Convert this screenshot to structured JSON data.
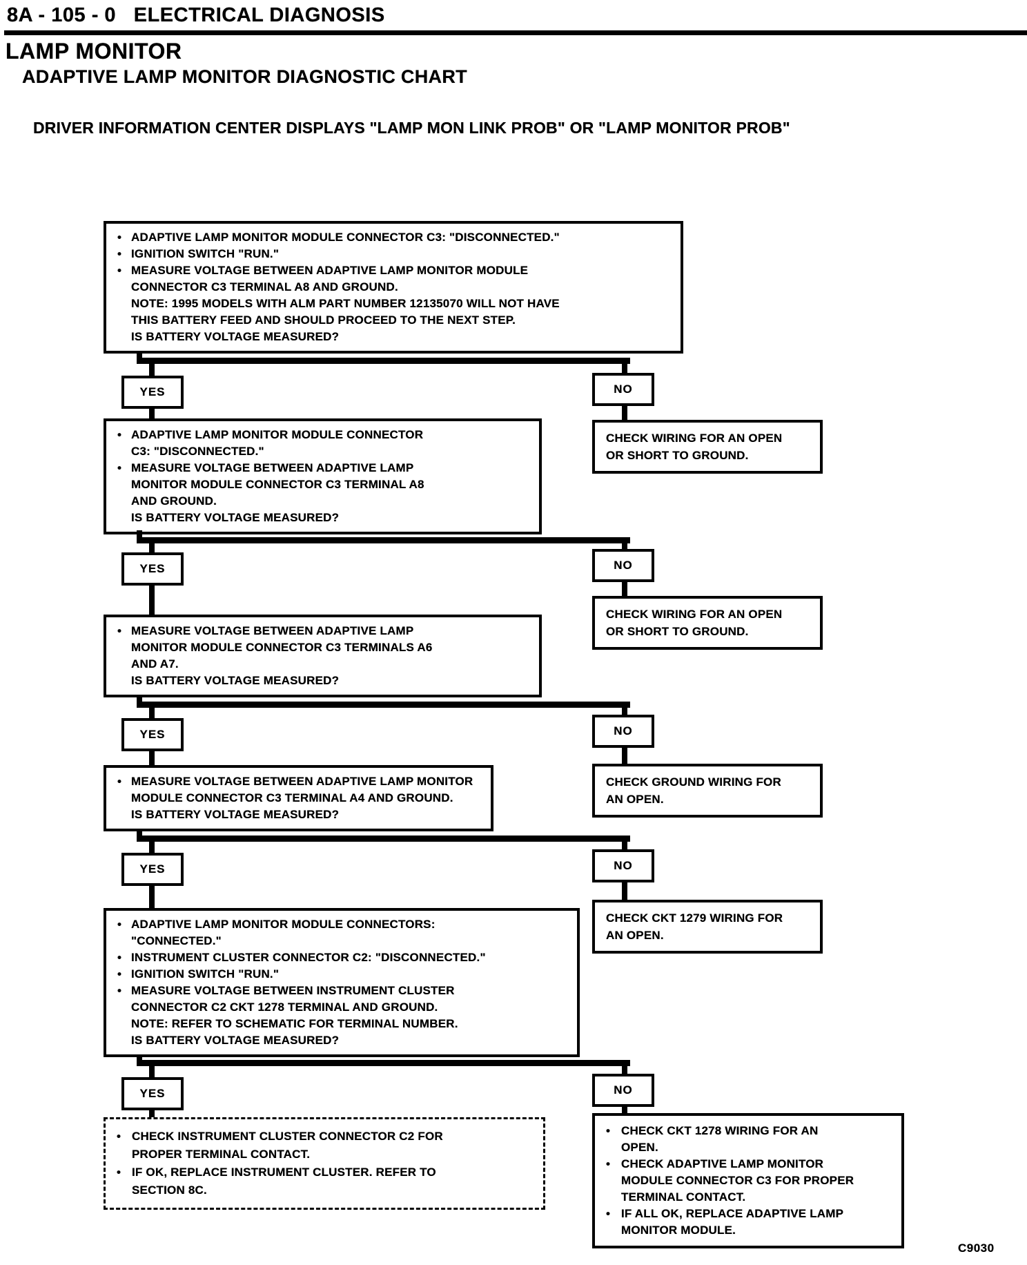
{
  "page": {
    "header": "8A - 105 - 0   ELECTRICAL DIAGNOSIS",
    "title": "LAMP MONITOR",
    "subtitle": "ADAPTIVE LAMP MONITOR DIAGNOSTIC CHART",
    "condition": "DRIVER INFORMATION CENTER DISPLAYS \"LAMP MON LINK PROB\" OR \"LAMP MONITOR PROB\"",
    "figure_code": "C9030"
  },
  "labels": {
    "yes": "YES",
    "no": "NO"
  },
  "boxes": {
    "step1": {
      "lines": [
        {
          "bullet": "•",
          "text": "ADAPTIVE LAMP MONITOR MODULE CONNECTOR C3: \"DISCONNECTED.\""
        },
        {
          "bullet": "•",
          "text": "IGNITION SWITCH \"RUN.\""
        },
        {
          "bullet": "•",
          "text": "MEASURE VOLTAGE BETWEEN ADAPTIVE LAMP MONITOR MODULE"
        },
        {
          "bullet": "",
          "text": "CONNECTOR C3 TERMINAL A8 AND GROUND."
        },
        {
          "bullet": "",
          "text": "NOTE: 1995 MODELS WITH ALM PART NUMBER 12135070 WILL NOT HAVE"
        },
        {
          "bullet": "",
          "text": "THIS BATTERY FEED AND SHOULD PROCEED TO THE NEXT STEP."
        },
        {
          "bullet": "",
          "text": "IS BATTERY VOLTAGE MEASURED?"
        }
      ]
    },
    "result1": {
      "lines": [
        {
          "bullet": "",
          "text": "CHECK WIRING FOR AN OPEN"
        },
        {
          "bullet": "",
          "text": "OR SHORT TO GROUND."
        }
      ]
    },
    "step2": {
      "lines": [
        {
          "bullet": "•",
          "text": "ADAPTIVE LAMP MONITOR MODULE CONNECTOR"
        },
        {
          "bullet": "",
          "text": "C3: \"DISCONNECTED.\""
        },
        {
          "bullet": "•",
          "text": "MEASURE VOLTAGE BETWEEN ADAPTIVE LAMP"
        },
        {
          "bullet": "",
          "text": "MONITOR MODULE CONNECTOR C3 TERMINAL A8"
        },
        {
          "bullet": "",
          "text": "AND GROUND."
        },
        {
          "bullet": "",
          "text": "IS BATTERY VOLTAGE MEASURED?"
        }
      ]
    },
    "result2": {
      "lines": [
        {
          "bullet": "",
          "text": "CHECK WIRING FOR AN OPEN"
        },
        {
          "bullet": "",
          "text": "OR SHORT TO GROUND."
        }
      ]
    },
    "step3": {
      "lines": [
        {
          "bullet": "•",
          "text": "MEASURE VOLTAGE BETWEEN ADAPTIVE LAMP"
        },
        {
          "bullet": "",
          "text": "MONITOR MODULE CONNECTOR C3 TERMINALS A6"
        },
        {
          "bullet": "",
          "text": "AND A7."
        },
        {
          "bullet": "",
          "text": "IS BATTERY VOLTAGE MEASURED?"
        }
      ]
    },
    "result3": {
      "lines": [
        {
          "bullet": "",
          "text": "CHECK GROUND WIRING FOR"
        },
        {
          "bullet": "",
          "text": "AN OPEN."
        }
      ]
    },
    "step4": {
      "lines": [
        {
          "bullet": "•",
          "text": "MEASURE VOLTAGE BETWEEN ADAPTIVE LAMP MONITOR"
        },
        {
          "bullet": "",
          "text": "MODULE CONNECTOR C3 TERMINAL A4 AND GROUND."
        },
        {
          "bullet": "",
          "text": "IS BATTERY VOLTAGE MEASURED?"
        }
      ]
    },
    "result4": {
      "lines": [
        {
          "bullet": "",
          "text": "CHECK CKT 1279 WIRING FOR"
        },
        {
          "bullet": "",
          "text": "AN OPEN."
        }
      ]
    },
    "step5": {
      "lines": [
        {
          "bullet": "•",
          "text": "ADAPTIVE LAMP MONITOR MODULE CONNECTORS:"
        },
        {
          "bullet": "",
          "text": "\"CONNECTED.\""
        },
        {
          "bullet": "•",
          "text": "INSTRUMENT CLUSTER CONNECTOR C2: \"DISCONNECTED.\""
        },
        {
          "bullet": "•",
          "text": "IGNITION SWITCH \"RUN.\""
        },
        {
          "bullet": "•",
          "text": "MEASURE VOLTAGE BETWEEN INSTRUMENT CLUSTER"
        },
        {
          "bullet": "",
          "text": "CONNECTOR C2 CKT 1278 TERMINAL AND GROUND."
        },
        {
          "bullet": "",
          "text": "NOTE: REFER TO SCHEMATIC FOR TERMINAL NUMBER."
        },
        {
          "bullet": "",
          "text": "IS BATTERY VOLTAGE MEASURED?"
        }
      ]
    },
    "final_yes": {
      "lines": [
        {
          "bullet": "•",
          "text": "CHECK INSTRUMENT CLUSTER CONNECTOR C2 FOR"
        },
        {
          "bullet": "",
          "text": "PROPER TERMINAL CONTACT."
        },
        {
          "bullet": "•",
          "text": "IF OK, REPLACE INSTRUMENT CLUSTER. REFER TO"
        },
        {
          "bullet": "",
          "text": "SECTION 8C."
        }
      ]
    },
    "final_no": {
      "lines": [
        {
          "bullet": "•",
          "text": "CHECK CKT 1278 WIRING FOR AN"
        },
        {
          "bullet": "",
          "text": "OPEN."
        },
        {
          "bullet": "•",
          "text": "CHECK ADAPTIVE LAMP MONITOR"
        },
        {
          "bullet": "",
          "text": "MODULE CONNECTOR C3 FOR PROPER"
        },
        {
          "bullet": "",
          "text": "TERMINAL CONTACT."
        },
        {
          "bullet": "•",
          "text": "IF ALL OK, REPLACE ADAPTIVE LAMP"
        },
        {
          "bullet": "",
          "text": "MONITOR MODULE."
        }
      ]
    }
  }
}
